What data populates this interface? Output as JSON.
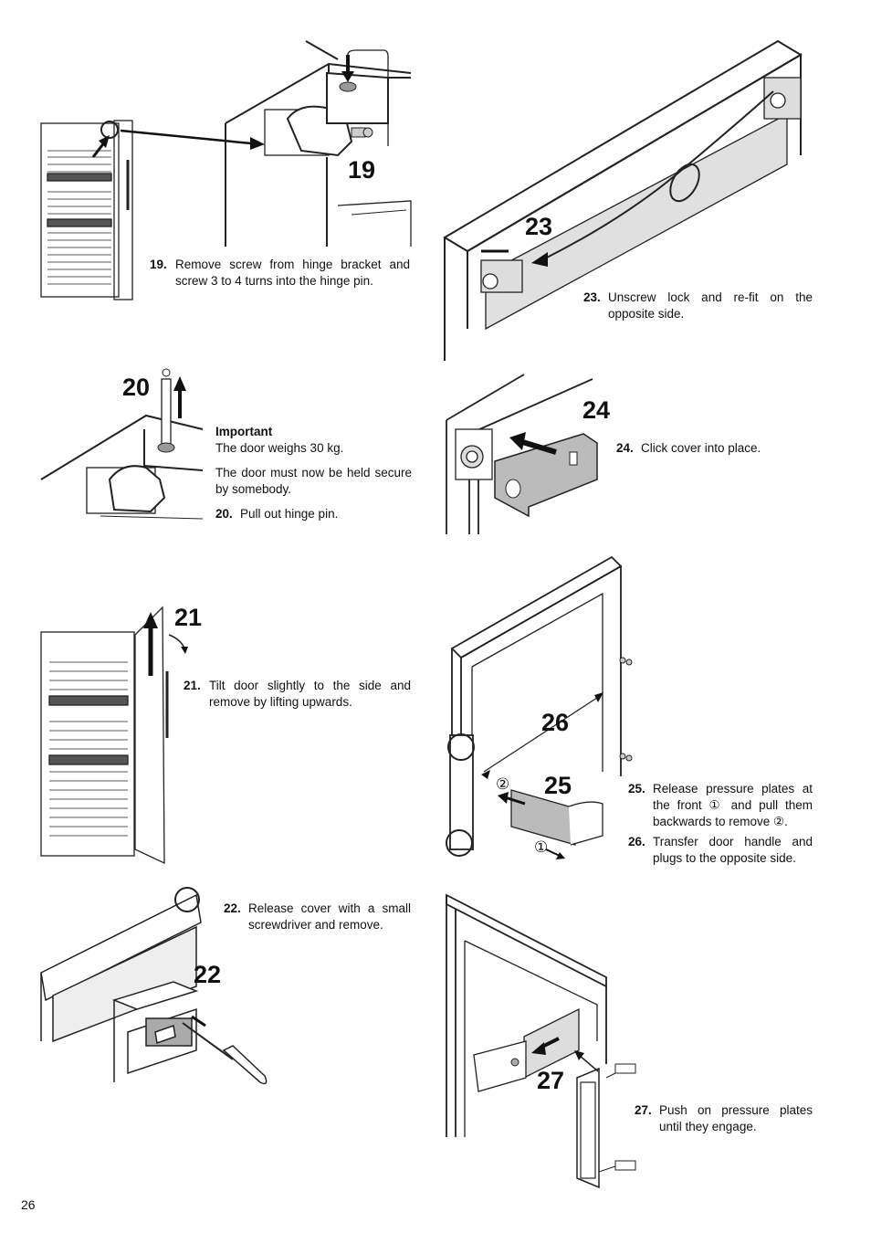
{
  "page_number": "26",
  "steps": [
    {
      "num": "19.",
      "text": "Remove screw from hinge bracket and screw 3 to 4 turns into the hinge pin."
    },
    {
      "num": "20.",
      "text": "Pull out hinge pin."
    },
    {
      "num": "21.",
      "text": "Tilt door slightly to the side and remove by lifting upwards."
    },
    {
      "num": "22.",
      "text": "Release cover with a small screwdriver and remove."
    },
    {
      "num": "23.",
      "text": "Unscrew lock and re-fit on the opposite side."
    },
    {
      "num": "24.",
      "text": "Click cover into place."
    },
    {
      "num": "25.",
      "text": "Release pressure plates at the front ① and pull them backwards to remove ②."
    },
    {
      "num": "26.",
      "text": "Transfer door handle and plugs to the opposite side."
    },
    {
      "num": "27.",
      "text": "Push on pressure plates until they engage."
    }
  ],
  "note": {
    "heading": "Important",
    "line1": "The door weighs 30 kg.",
    "line2": "The door must now be held secure by somebody."
  },
  "figure_labels": {
    "f19": "19",
    "f20": "20",
    "f21": "21",
    "f22": "22",
    "f23": "23",
    "f24": "24",
    "f25": "25",
    "f26": "26",
    "f27": "27",
    "circle1": "①",
    "circle2": "②"
  }
}
